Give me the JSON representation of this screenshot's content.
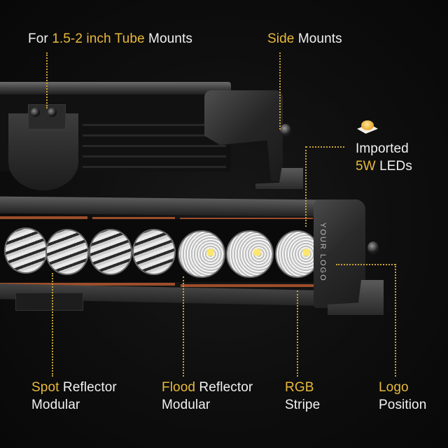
{
  "callouts": {
    "tube_mounts": {
      "prefix": "For ",
      "highlight": "1.5-2 inch Tube",
      "suffix": " Mounts"
    },
    "side_mounts": {
      "highlight": "Side",
      "suffix": " Mounts"
    },
    "leds": {
      "line1": "Imported",
      "highlight": "5W",
      "suffix": " LEDs"
    },
    "spot": {
      "highlight": "Spot",
      "suffix": " Reflector",
      "line2": "Modular"
    },
    "flood": {
      "highlight": "Flood",
      "suffix": " Reflector",
      "line2": "Modular"
    },
    "rgb": {
      "highlight": "RGB",
      "line2": "Stripe"
    },
    "logo": {
      "highlight": "Logo",
      "line2": "Position"
    }
  },
  "product": {
    "endcap_text": "YOUR LOGO",
    "icon": "led-diode-icon"
  },
  "colors": {
    "highlight": "#e8b93a",
    "text": "#f2f2f2",
    "background": "#0d0d0d",
    "stripe": "#9c4e2a",
    "leader_line": "#c9a23a"
  }
}
